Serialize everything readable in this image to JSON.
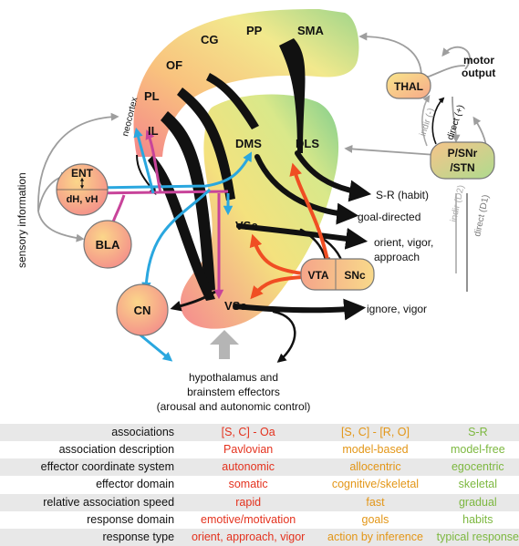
{
  "regions": {
    "cortex": [
      "CG",
      "PP",
      "SMA",
      "OF",
      "PL",
      "IL"
    ],
    "neocortex_label": "neocortex",
    "striatum": [
      "DMS",
      "DLS",
      "VSc",
      "VSs"
    ],
    "ent": "ENT",
    "ent_sub": "dH, vH",
    "bla": "BLA",
    "cn": "CN",
    "vta": "VTA",
    "snc": "SNc",
    "thal": "THAL",
    "psnr_line1": "P/SNr",
    "psnr_line2": "/STN"
  },
  "labels": {
    "motor_output_1": "motor",
    "motor_output_2": "output",
    "sensory_information": "sensory information",
    "direct_plus": "direct (+)",
    "indir_minus": "indir (-)",
    "direct_d1": "direct (D1)",
    "indir_d2": "indir (D2)",
    "hypothalamus_1": "hypothalamus and",
    "hypothalamus_2": "brainstem effectors",
    "hypothalamus_3": "(arousal and autonomic control)"
  },
  "outputs": {
    "sr_habit": "S-R (habit)",
    "goal_directed": "goal-directed",
    "orient_1": "orient, vigor,",
    "orient_2": "approach",
    "ignore": "ignore, vigor"
  },
  "colors": {
    "red": "#e4321e",
    "orange": "#e39617",
    "green": "#7db840",
    "blue_path": "#2aa7df",
    "magenta_path": "#c8449a",
    "red_path": "#f04e23",
    "grey_arrow": "#9e9e9e"
  },
  "legend": [
    {
      "label": "associations",
      "c1": "[S, C] - Oa",
      "c2": "[S, C] - [R, O]",
      "c3": "S-R"
    },
    {
      "label": "association description",
      "c1": "Pavlovian",
      "c2": "model-based",
      "c3": "model-free"
    },
    {
      "label": "effector coordinate system",
      "c1": "autonomic",
      "c2": "allocentric",
      "c3": "egocentric"
    },
    {
      "label": "effector domain",
      "c1": "somatic",
      "c2": "cognitive/skeletal",
      "c3": "skeletal"
    },
    {
      "label": "relative association speed",
      "c1": "rapid",
      "c2": "fast",
      "c3": "gradual"
    },
    {
      "label": "response domain",
      "c1": "emotive/motivation",
      "c2": "goals",
      "c3": "habits"
    },
    {
      "label": "response type",
      "c1": "orient, approach, vigor",
      "c2": "action by inference",
      "c3": "typical response"
    }
  ]
}
